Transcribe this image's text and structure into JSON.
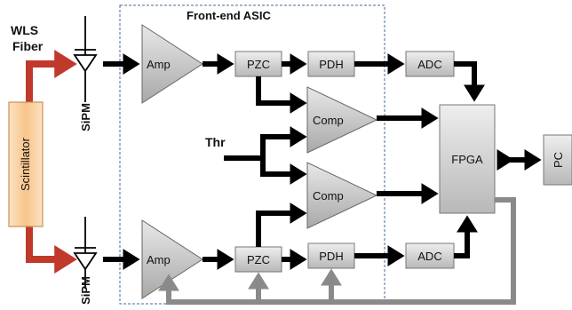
{
  "labels": {
    "wls_line1": "WLS",
    "wls_line2": "Fiber",
    "scintillator": "Scintillator",
    "sipm_top": "SiPM",
    "sipm_bottom": "SiPM",
    "asic_title": "Front-end ASIC",
    "amp_top": "Amp",
    "amp_bottom": "Amp",
    "pzc_top": "PZC",
    "pzc_bottom": "PZC",
    "pdh_top": "PDH",
    "pdh_bottom": "PDH",
    "adc_top": "ADC",
    "adc_bottom": "ADC",
    "comp_top": "Comp",
    "comp_bottom": "Comp",
    "thr": "Thr",
    "fpga": "FPGA",
    "pc": "PC"
  },
  "colors": {
    "wls_text": "#f2a24a",
    "asic_title": "#3a5f93",
    "red_arrow": "#c0392b",
    "feedback": "#8a8a8a",
    "signal": "#000000"
  }
}
